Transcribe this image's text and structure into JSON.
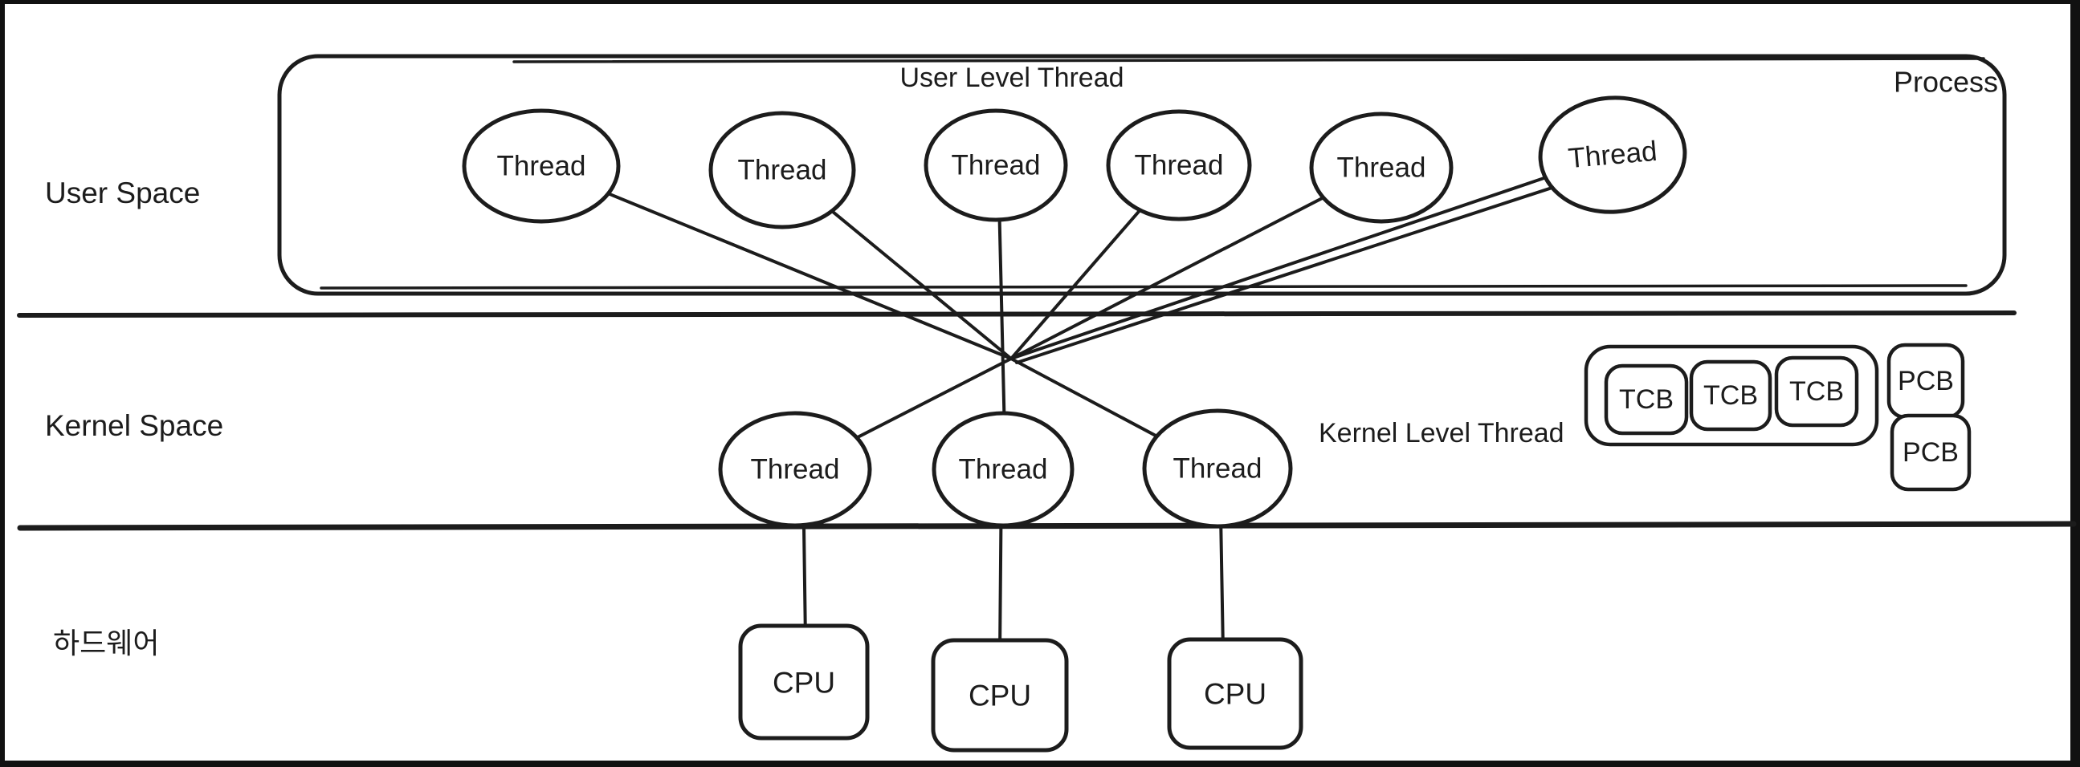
{
  "colors": {
    "ink": "#1c1c1c",
    "canvas": "#ffffff",
    "frame": "#111111"
  },
  "layers": {
    "user_space": {
      "label": "User Space"
    },
    "kernel_space": {
      "label": "Kernel Space"
    },
    "hardware": {
      "label": "하드웨어"
    }
  },
  "process": {
    "name": "Process",
    "title": "User Level Thread"
  },
  "user_threads": [
    {
      "label": "Thread"
    },
    {
      "label": "Thread"
    },
    {
      "label": "Thread"
    },
    {
      "label": "Thread"
    },
    {
      "label": "Thread"
    },
    {
      "label": "Thread"
    }
  ],
  "kernel": {
    "caption": "Kernel Level Thread",
    "threads": [
      {
        "label": "Thread"
      },
      {
        "label": "Thread"
      },
      {
        "label": "Thread"
      }
    ]
  },
  "control_blocks": {
    "tcbs": [
      {
        "label": "TCB"
      },
      {
        "label": "TCB"
      },
      {
        "label": "TCB"
      }
    ],
    "pcbs": [
      {
        "label": "PCB"
      },
      {
        "label": "PCB"
      }
    ]
  },
  "cpus": [
    {
      "label": "CPU"
    },
    {
      "label": "CPU"
    },
    {
      "label": "CPU"
    }
  ]
}
